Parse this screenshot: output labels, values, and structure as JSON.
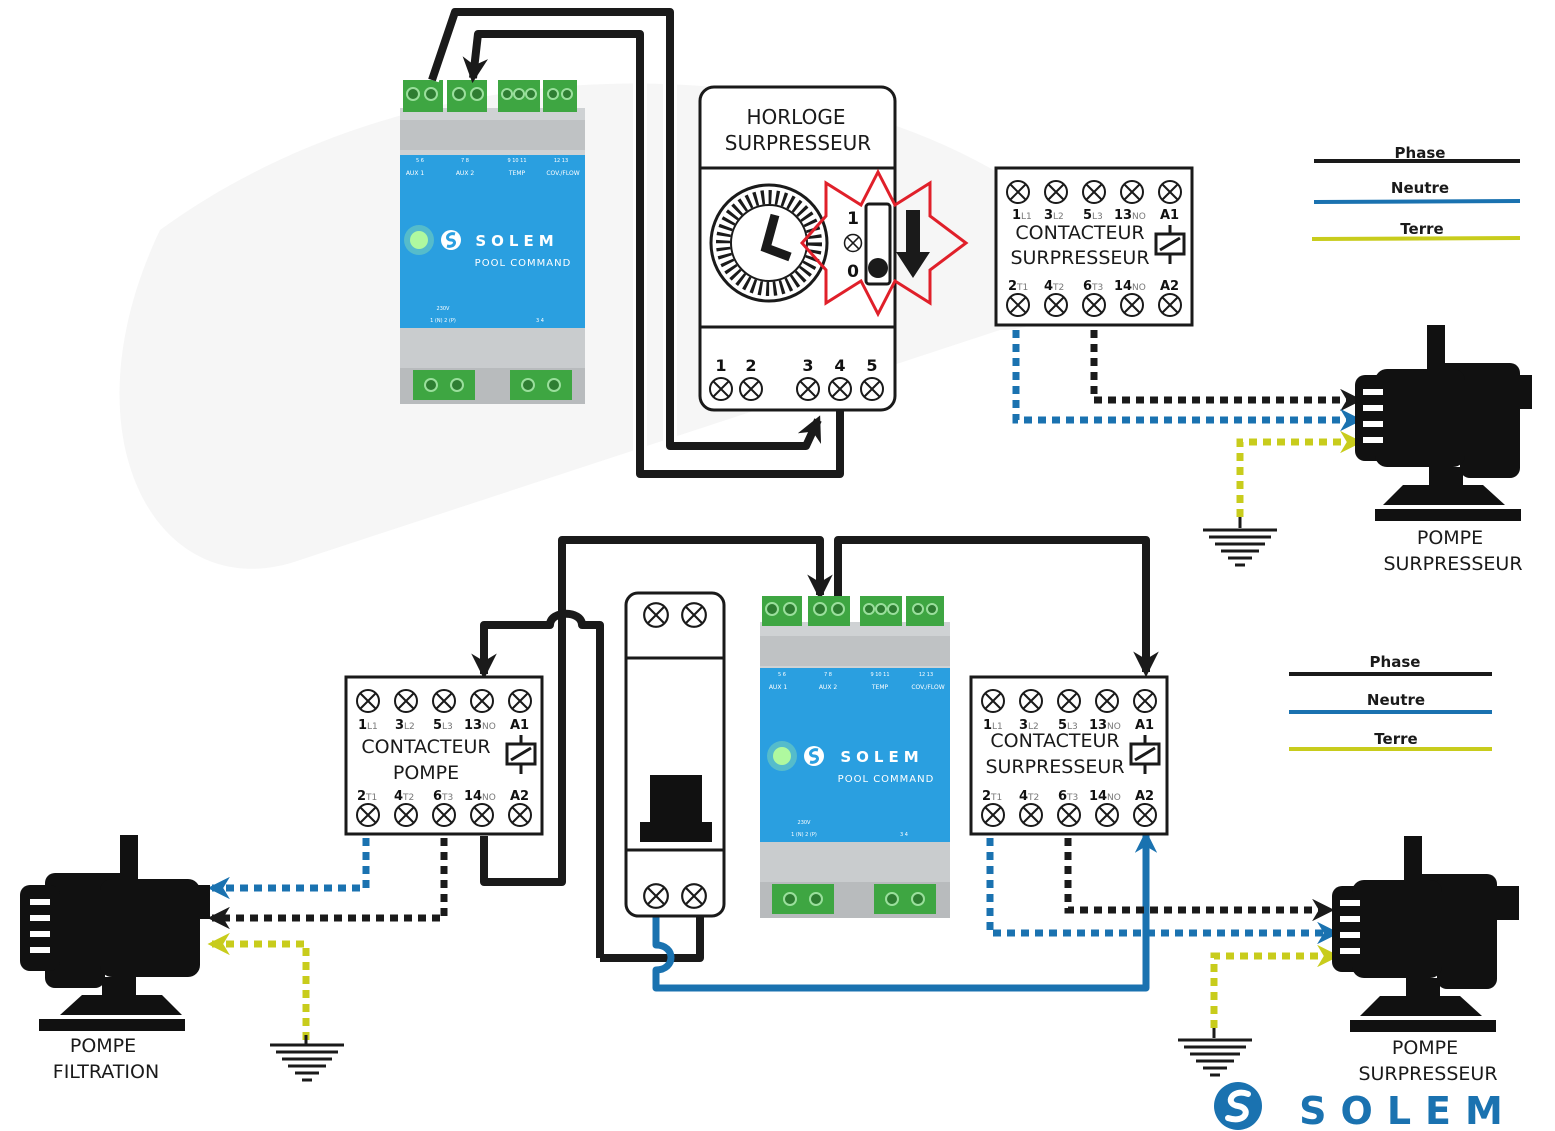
{
  "legend_top": {
    "phase": "Phase",
    "neutre": "Neutre",
    "terre": "Terre"
  },
  "legend_bottom": {
    "phase": "Phase",
    "neutre": "Neutre",
    "terre": "Terre"
  },
  "colors": {
    "phase": "#1a1a1a",
    "neutre": "#1a72b0",
    "terre": "#c8cc1c",
    "alert": "#e0202a",
    "device_blue": "#2a9fe0",
    "terminal_green": "#3ea642"
  },
  "horloge": {
    "title_1": "HORLOGE",
    "title_2": "SURPRESSEUR",
    "switch_on": "1",
    "switch_off": "0",
    "terminals": [
      "1",
      "2",
      "3",
      "4",
      "5"
    ]
  },
  "pool_command_1": {
    "brand": "SOLEM",
    "model": "POOL COMMAND",
    "top_labels": [
      "AUX 1",
      "AUX 2",
      "TEMP",
      "COV./FLOW"
    ],
    "top_numbers": [
      "5 6",
      "7 8",
      "9 10 11",
      "12 13"
    ],
    "bottom_labels": [
      "230V",
      "1 (N)  2 (P)",
      "3   4"
    ]
  },
  "pool_command_2": {
    "brand": "SOLEM",
    "model": "POOL COMMAND",
    "top_labels": [
      "AUX 1",
      "AUX 2",
      "TEMP",
      "COV./FLOW"
    ],
    "top_numbers": [
      "5 6",
      "7 8",
      "9 10 11",
      "12 13"
    ],
    "bottom_labels": [
      "230V",
      "1 (N)  2 (P)",
      "3   4"
    ]
  },
  "contactor_top": {
    "line_1": "CONTACTEUR",
    "line_2": "SURPRESSEUR",
    "top_terminals": [
      [
        "1",
        "L1"
      ],
      [
        "3",
        "L2"
      ],
      [
        "5",
        "L3"
      ],
      [
        "13",
        "NO"
      ],
      [
        "A1",
        ""
      ]
    ],
    "bottom_terminals": [
      [
        "2",
        "T1"
      ],
      [
        "4",
        "T2"
      ],
      [
        "6",
        "T3"
      ],
      [
        "14",
        "NO"
      ],
      [
        "A2",
        ""
      ]
    ]
  },
  "contactor_pompe": {
    "line_1": "CONTACTEUR",
    "line_2": "POMPE",
    "top_terminals": [
      [
        "1",
        "L1"
      ],
      [
        "3",
        "L2"
      ],
      [
        "5",
        "L3"
      ],
      [
        "13",
        "NO"
      ],
      [
        "A1",
        ""
      ]
    ],
    "bottom_terminals": [
      [
        "2",
        "T1"
      ],
      [
        "4",
        "T2"
      ],
      [
        "6",
        "T3"
      ],
      [
        "14",
        "NO"
      ],
      [
        "A2",
        ""
      ]
    ]
  },
  "contactor_bottom": {
    "line_1": "CONTACTEUR",
    "line_2": "SURPRESSEUR",
    "top_terminals": [
      [
        "1",
        "L1"
      ],
      [
        "3",
        "L2"
      ],
      [
        "5",
        "L3"
      ],
      [
        "13",
        "NO"
      ],
      [
        "A1",
        ""
      ]
    ],
    "bottom_terminals": [
      [
        "2",
        "T1"
      ],
      [
        "4",
        "T2"
      ],
      [
        "6",
        "T3"
      ],
      [
        "14",
        "NO"
      ],
      [
        "A2",
        ""
      ]
    ]
  },
  "pump_top": {
    "line_1": "POMPE",
    "line_2": "SURPRESSEUR"
  },
  "pump_filtration": {
    "line_1": "POMPE",
    "line_2": "FILTRATION"
  },
  "pump_bottom": {
    "line_1": "POMPE",
    "line_2": "SURPRESSEUR"
  },
  "logo": {
    "text": "SOLEM"
  }
}
